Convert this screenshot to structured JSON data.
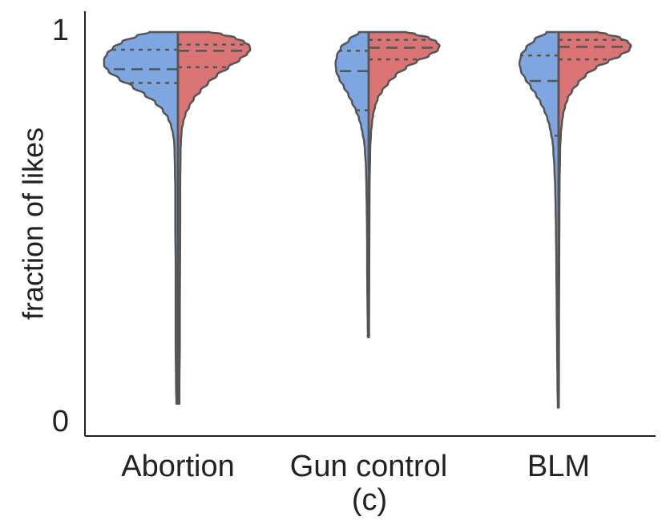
{
  "chart_data": {
    "type": "violin",
    "split": true,
    "caption": "(c)",
    "ylabel": "fraction of likes",
    "xlabel": "",
    "ylim": [
      0,
      1
    ],
    "yticks": [
      {
        "value": 0,
        "label": "0"
      },
      {
        "value": 1,
        "label": "1"
      }
    ],
    "categories": [
      "Abortion",
      "Gun control",
      "BLM"
    ],
    "colors": {
      "left": "#7ea6e0",
      "right": "#db7474",
      "outline": "#555555",
      "axis": "#222222"
    },
    "violins": [
      {
        "category": "Abortion",
        "min": 0.05,
        "max": 1.0,
        "left": {
          "profile": [
            [
              1.0,
              0.38
            ],
            [
              0.99,
              0.55
            ],
            [
              0.975,
              0.74
            ],
            [
              0.96,
              0.86
            ],
            [
              0.945,
              0.94
            ],
            [
              0.93,
              0.98
            ],
            [
              0.915,
              0.98
            ],
            [
              0.9,
              0.92
            ],
            [
              0.88,
              0.78
            ],
            [
              0.86,
              0.6
            ],
            [
              0.84,
              0.44
            ],
            [
              0.82,
              0.3
            ],
            [
              0.8,
              0.2
            ],
            [
              0.78,
              0.13
            ],
            [
              0.76,
              0.09
            ],
            [
              0.74,
              0.065
            ],
            [
              0.72,
              0.05
            ],
            [
              0.7,
              0.045
            ],
            [
              0.65,
              0.04
            ],
            [
              0.6,
              0.035
            ],
            [
              0.55,
              0.035
            ],
            [
              0.5,
              0.035
            ],
            [
              0.4,
              0.03
            ],
            [
              0.3,
              0.03
            ],
            [
              0.2,
              0.03
            ],
            [
              0.1,
              0.025
            ],
            [
              0.05,
              0.02
            ]
          ],
          "quartiles": [
            0.87,
            0.905,
            0.955
          ]
        },
        "right": {
          "profile": [
            [
              1.0,
              0.42
            ],
            [
              0.995,
              0.58
            ],
            [
              0.985,
              0.76
            ],
            [
              0.975,
              0.88
            ],
            [
              0.965,
              0.95
            ],
            [
              0.955,
              0.96
            ],
            [
              0.945,
              0.92
            ],
            [
              0.93,
              0.82
            ],
            [
              0.91,
              0.67
            ],
            [
              0.89,
              0.52
            ],
            [
              0.87,
              0.4
            ],
            [
              0.85,
              0.3
            ],
            [
              0.83,
              0.21
            ],
            [
              0.81,
              0.15
            ],
            [
              0.79,
              0.1
            ],
            [
              0.77,
              0.07
            ],
            [
              0.75,
              0.05
            ],
            [
              0.72,
              0.04
            ],
            [
              0.7,
              0.035
            ],
            [
              0.6,
              0.03
            ],
            [
              0.5,
              0.03
            ],
            [
              0.4,
              0.028
            ],
            [
              0.3,
              0.025
            ],
            [
              0.2,
              0.025
            ],
            [
              0.1,
              0.02
            ],
            [
              0.05,
              0.02
            ]
          ],
          "quartiles": [
            0.91,
            0.952,
            0.968
          ]
        }
      },
      {
        "category": "Gun control",
        "min": 0.22,
        "max": 1.0,
        "left": {
          "profile": [
            [
              1.0,
              0.13
            ],
            [
              0.98,
              0.26
            ],
            [
              0.96,
              0.37
            ],
            [
              0.94,
              0.42
            ],
            [
              0.92,
              0.44
            ],
            [
              0.9,
              0.43
            ],
            [
              0.88,
              0.39
            ],
            [
              0.86,
              0.33
            ],
            [
              0.84,
              0.27
            ],
            [
              0.82,
              0.22
            ],
            [
              0.8,
              0.17
            ],
            [
              0.78,
              0.13
            ],
            [
              0.76,
              0.1
            ],
            [
              0.74,
              0.08
            ],
            [
              0.72,
              0.06
            ],
            [
              0.7,
              0.05
            ],
            [
              0.65,
              0.035
            ],
            [
              0.6,
              0.03
            ],
            [
              0.55,
              0.025
            ],
            [
              0.5,
              0.022
            ],
            [
              0.45,
              0.02
            ],
            [
              0.4,
              0.02
            ],
            [
              0.35,
              0.018
            ],
            [
              0.3,
              0.015
            ],
            [
              0.25,
              0.012
            ],
            [
              0.22,
              0.01
            ]
          ],
          "quartiles": [
            0.8,
            0.9,
            0.952
          ]
        },
        "right": {
          "profile": [
            [
              1.0,
              0.5
            ],
            [
              0.995,
              0.62
            ],
            [
              0.985,
              0.8
            ],
            [
              0.975,
              0.9
            ],
            [
              0.965,
              0.94
            ],
            [
              0.955,
              0.92
            ],
            [
              0.94,
              0.8
            ],
            [
              0.925,
              0.64
            ],
            [
              0.91,
              0.5
            ],
            [
              0.89,
              0.36
            ],
            [
              0.87,
              0.26
            ],
            [
              0.85,
              0.18
            ],
            [
              0.83,
              0.12
            ],
            [
              0.81,
              0.085
            ],
            [
              0.79,
              0.06
            ],
            [
              0.77,
              0.045
            ],
            [
              0.74,
              0.03
            ],
            [
              0.7,
              0.02
            ],
            [
              0.6,
              0.012
            ],
            [
              0.5,
              0.01
            ],
            [
              0.4,
              0.008
            ],
            [
              0.3,
              0.006
            ],
            [
              0.22,
              0.005
            ]
          ],
          "quartiles": [
            0.93,
            0.96,
            0.98
          ]
        }
      },
      {
        "category": "BLM",
        "min": 0.04,
        "max": 1.0,
        "left": {
          "profile": [
            [
              1.0,
              0.16
            ],
            [
              0.98,
              0.32
            ],
            [
              0.96,
              0.43
            ],
            [
              0.94,
              0.5
            ],
            [
              0.92,
              0.52
            ],
            [
              0.9,
              0.5
            ],
            [
              0.88,
              0.44
            ],
            [
              0.86,
              0.37
            ],
            [
              0.84,
              0.3
            ],
            [
              0.82,
              0.24
            ],
            [
              0.8,
              0.19
            ],
            [
              0.78,
              0.15
            ],
            [
              0.76,
              0.12
            ],
            [
              0.74,
              0.1
            ],
            [
              0.72,
              0.08
            ],
            [
              0.7,
              0.07
            ],
            [
              0.65,
              0.055
            ],
            [
              0.6,
              0.045
            ],
            [
              0.55,
              0.04
            ],
            [
              0.5,
              0.035
            ],
            [
              0.4,
              0.03
            ],
            [
              0.3,
              0.025
            ],
            [
              0.2,
              0.02
            ],
            [
              0.1,
              0.015
            ],
            [
              0.04,
              0.01
            ]
          ],
          "quartiles": [
            0.735,
            0.875,
            0.94
          ]
        },
        "right": {
          "profile": [
            [
              1.0,
              0.52
            ],
            [
              0.995,
              0.64
            ],
            [
              0.985,
              0.82
            ],
            [
              0.975,
              0.92
            ],
            [
              0.965,
              0.96
            ],
            [
              0.955,
              0.94
            ],
            [
              0.94,
              0.82
            ],
            [
              0.925,
              0.66
            ],
            [
              0.91,
              0.5
            ],
            [
              0.89,
              0.36
            ],
            [
              0.87,
              0.26
            ],
            [
              0.85,
              0.18
            ],
            [
              0.83,
              0.12
            ],
            [
              0.81,
              0.085
            ],
            [
              0.79,
              0.06
            ],
            [
              0.77,
              0.045
            ],
            [
              0.74,
              0.03
            ],
            [
              0.7,
              0.02
            ],
            [
              0.6,
              0.012
            ],
            [
              0.5,
              0.01
            ],
            [
              0.4,
              0.008
            ],
            [
              0.3,
              0.006
            ],
            [
              0.2,
              0.005
            ],
            [
              0.1,
              0.004
            ],
            [
              0.04,
              0.003
            ]
          ],
          "quartiles": [
            0.93,
            0.962,
            0.98
          ]
        }
      }
    ]
  }
}
